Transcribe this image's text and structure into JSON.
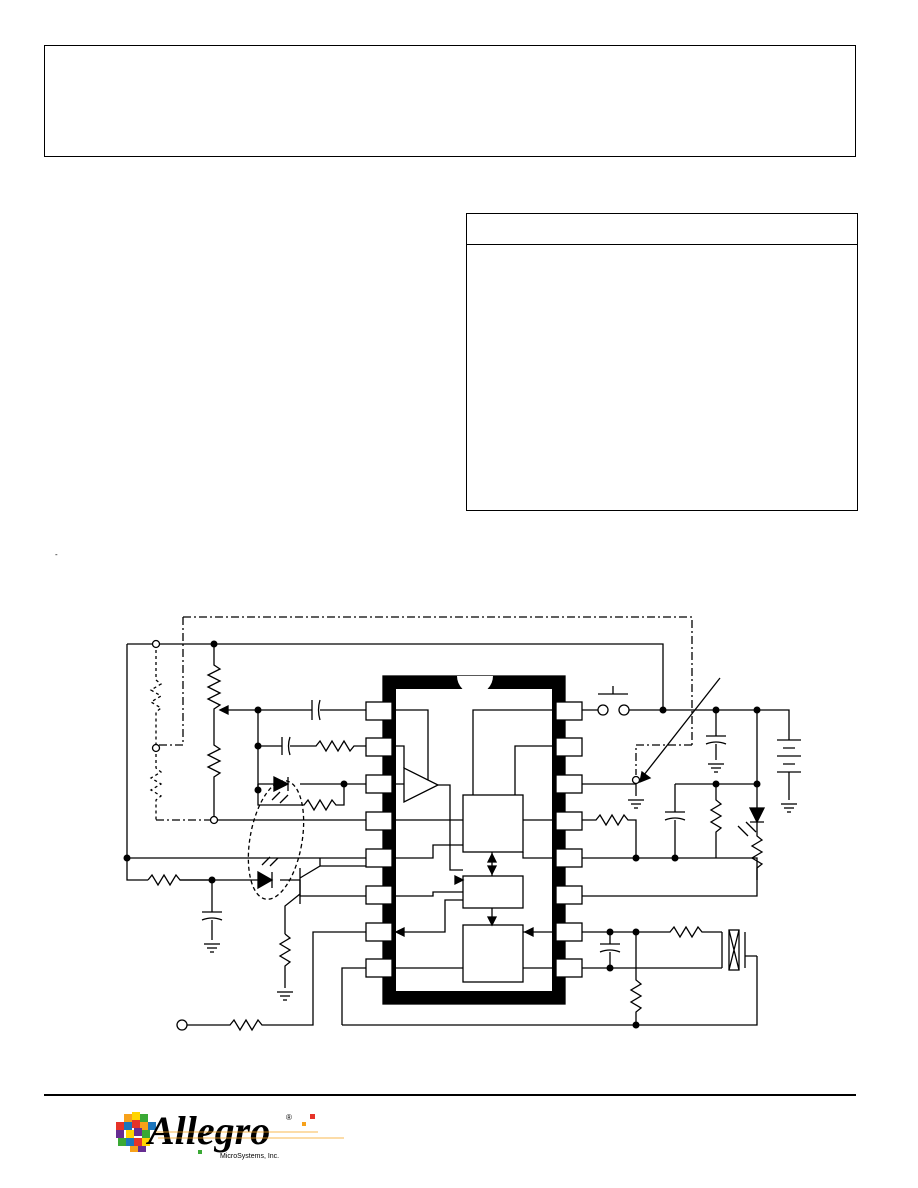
{
  "logo": {
    "wordmark": "Allegro",
    "registered": "®",
    "company": "MicroSystems, Inc.",
    "colors": [
      "#e63329",
      "#f7a11a",
      "#ffd500",
      "#3aa935",
      "#1c75bc",
      "#662d91"
    ]
  },
  "stray_mark": "-",
  "schematic": {
    "ic": {
      "left_pins": 8,
      "right_pins": 8,
      "notch": true
    },
    "icons": [
      "resistor-icon",
      "capacitor-icon",
      "led-icon",
      "photodiode-icon",
      "phototransistor-icon",
      "battery-icon",
      "ground-icon",
      "switch-icon",
      "potentiometer-icon",
      "op-amp-icon",
      "crystal-icon"
    ]
  }
}
